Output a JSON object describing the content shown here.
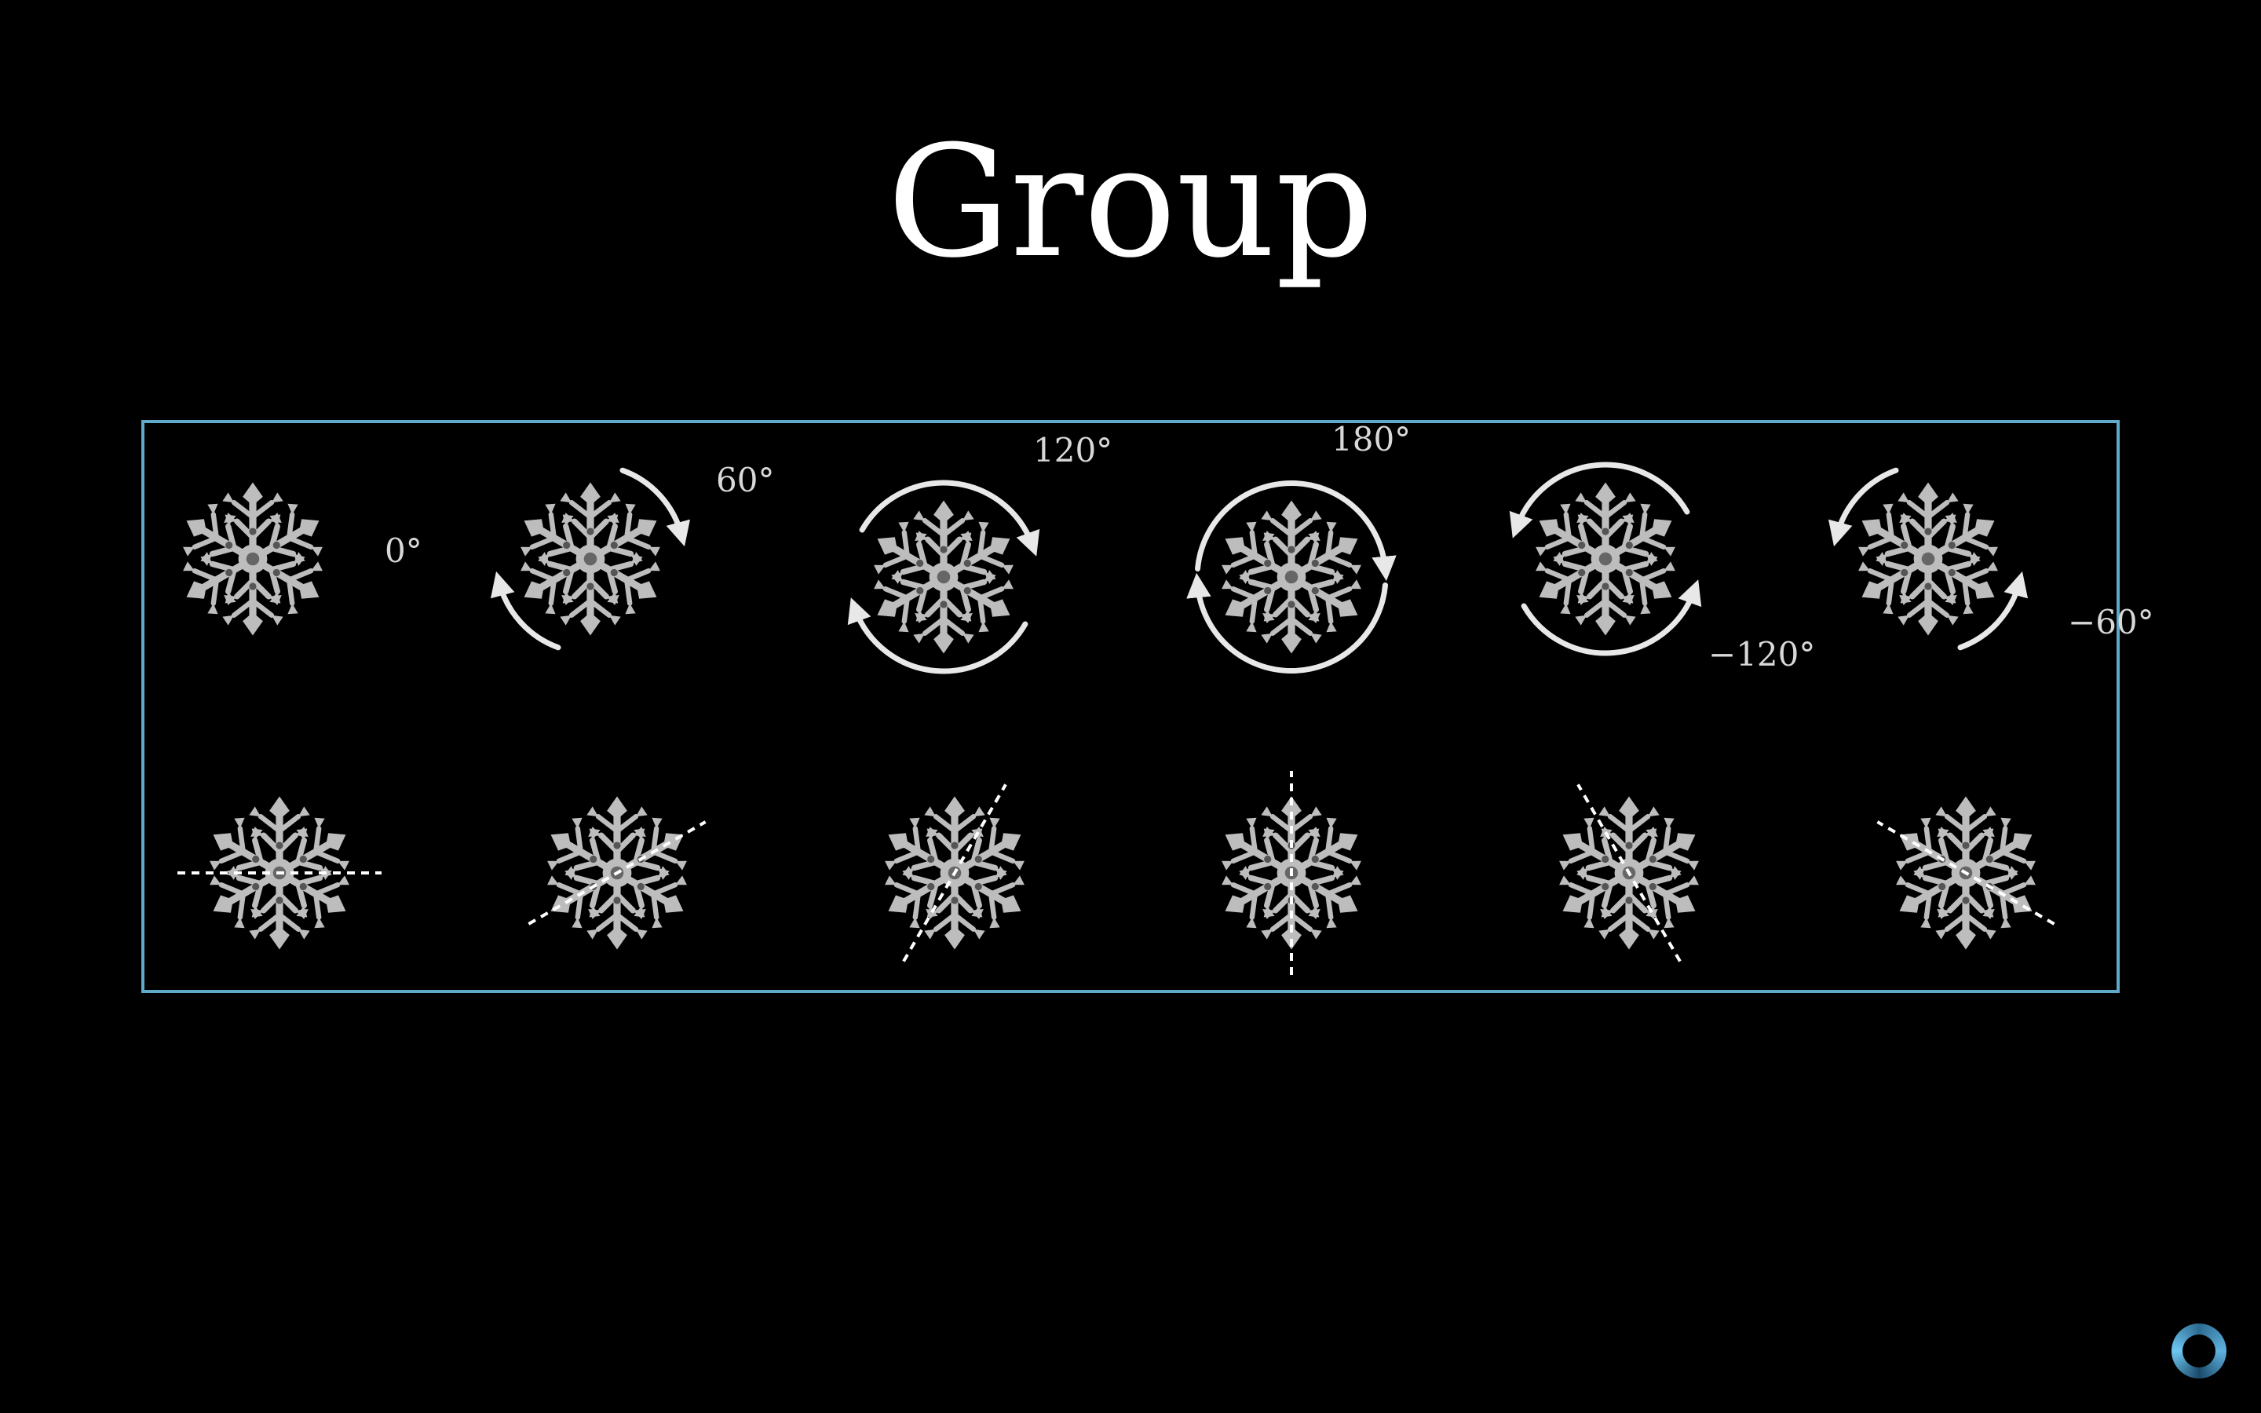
{
  "title": "Group",
  "frame_color": "#5fa9c9",
  "snowflake_color": "#bdbdbd",
  "arrow_color": "#e8e8e8",
  "rotations": [
    {
      "angle": 0,
      "label": "0°"
    },
    {
      "angle": 60,
      "label": "60°"
    },
    {
      "angle": 120,
      "label": "120°"
    },
    {
      "angle": 180,
      "label": "180°"
    },
    {
      "angle": -120,
      "label": "−120°"
    },
    {
      "angle": -60,
      "label": "−60°"
    }
  ],
  "reflections": [
    {
      "axis_angle": 0
    },
    {
      "axis_angle": 30
    },
    {
      "axis_angle": 60
    },
    {
      "axis_angle": 90
    },
    {
      "axis_angle": 120
    },
    {
      "axis_angle": 150
    }
  ],
  "icons": {
    "element": "snowflake-icon",
    "rotation": "rotation-arrow-icon",
    "reflection": "reflection-axis-icon",
    "logo": "logo-icon"
  }
}
